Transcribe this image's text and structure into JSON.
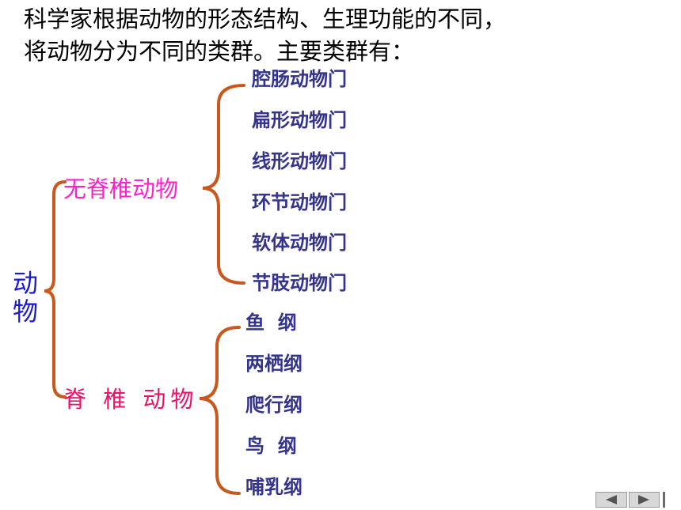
{
  "intro": {
    "line1": "科学家根据动物的形态结构、生理功能的不同，",
    "line2": "将动物分为不同的类群。主要类群有："
  },
  "tree": {
    "root": {
      "char1": "动",
      "char2": "物",
      "color": "#1a1ad6"
    },
    "invertebrates": {
      "label": "无脊椎动物",
      "color": "#ff22cc",
      "items": [
        "腔肠动物门",
        "扁形动物门",
        "线形动物门",
        "环节动物门",
        "软体动物门",
        "节肢动物门"
      ]
    },
    "vertebrates": {
      "label": "脊 椎 动物",
      "color": "#ee1166",
      "items": [
        "鱼  纲",
        "两栖纲",
        "爬行纲",
        "鸟  纲",
        "哺乳纲"
      ]
    },
    "item_color": "#34348c",
    "brace_color": "#c8581e"
  },
  "nav": {
    "prev_icon": "triangle-left-icon",
    "next_icon": "triangle-right-icon"
  }
}
